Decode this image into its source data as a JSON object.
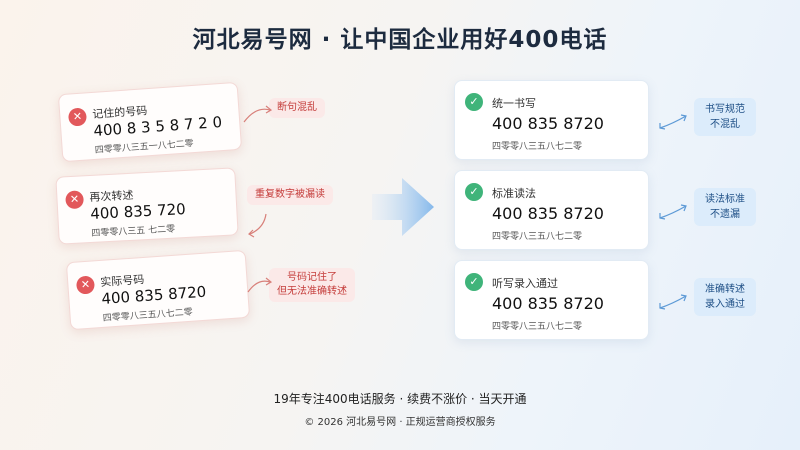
{
  "title": "河北易号网 · 让中国企业用好400电话",
  "wrong_cards": [
    {
      "label": "记住的号码",
      "number": "400 8 3 5 8 7 2 0",
      "reading": "四零零八三五一八七二零",
      "note": "断句混乱"
    },
    {
      "label": "再次转述",
      "number": "400 835 720",
      "reading": "四零零八三五 七二零",
      "note": "重复数字被漏读"
    },
    {
      "label": "实际号码",
      "number": "400 835 8720",
      "reading": "四零零八三五八七二零",
      "note_lines": [
        "号码记住了",
        "但无法准确转述"
      ]
    }
  ],
  "right_cards": [
    {
      "label": "统一书写",
      "number": "400 835 8720",
      "reading": "四零零八三五八七二零",
      "note_lines": [
        "书写规范",
        "不混乱"
      ]
    },
    {
      "label": "标准读法",
      "number": "400 835 8720",
      "reading": "四零零八三五八七二零",
      "note_lines": [
        "读法标准",
        "不遗漏"
      ]
    },
    {
      "label": "听写录入通过",
      "number": "400 835 8720",
      "reading": "四零零八三五八七二零",
      "note_lines": [
        "准确转述",
        "录入通过"
      ]
    }
  ],
  "icons": {
    "wrong": "x-circle-icon",
    "right": "check-circle-icon",
    "flow": "arrow-right-icon"
  },
  "colors": {
    "wrong_accent": "#e2585b",
    "right_accent": "#3fb47a",
    "note_blue_bg": "#dcecfb",
    "note_red_bg": "#fbe9e8"
  },
  "footer": {
    "line1": "19年专注400电话服务 · 续费不涨价 · 当天开通",
    "line2": "© 2026 河北易号网 · 正规运营商授权服务"
  }
}
